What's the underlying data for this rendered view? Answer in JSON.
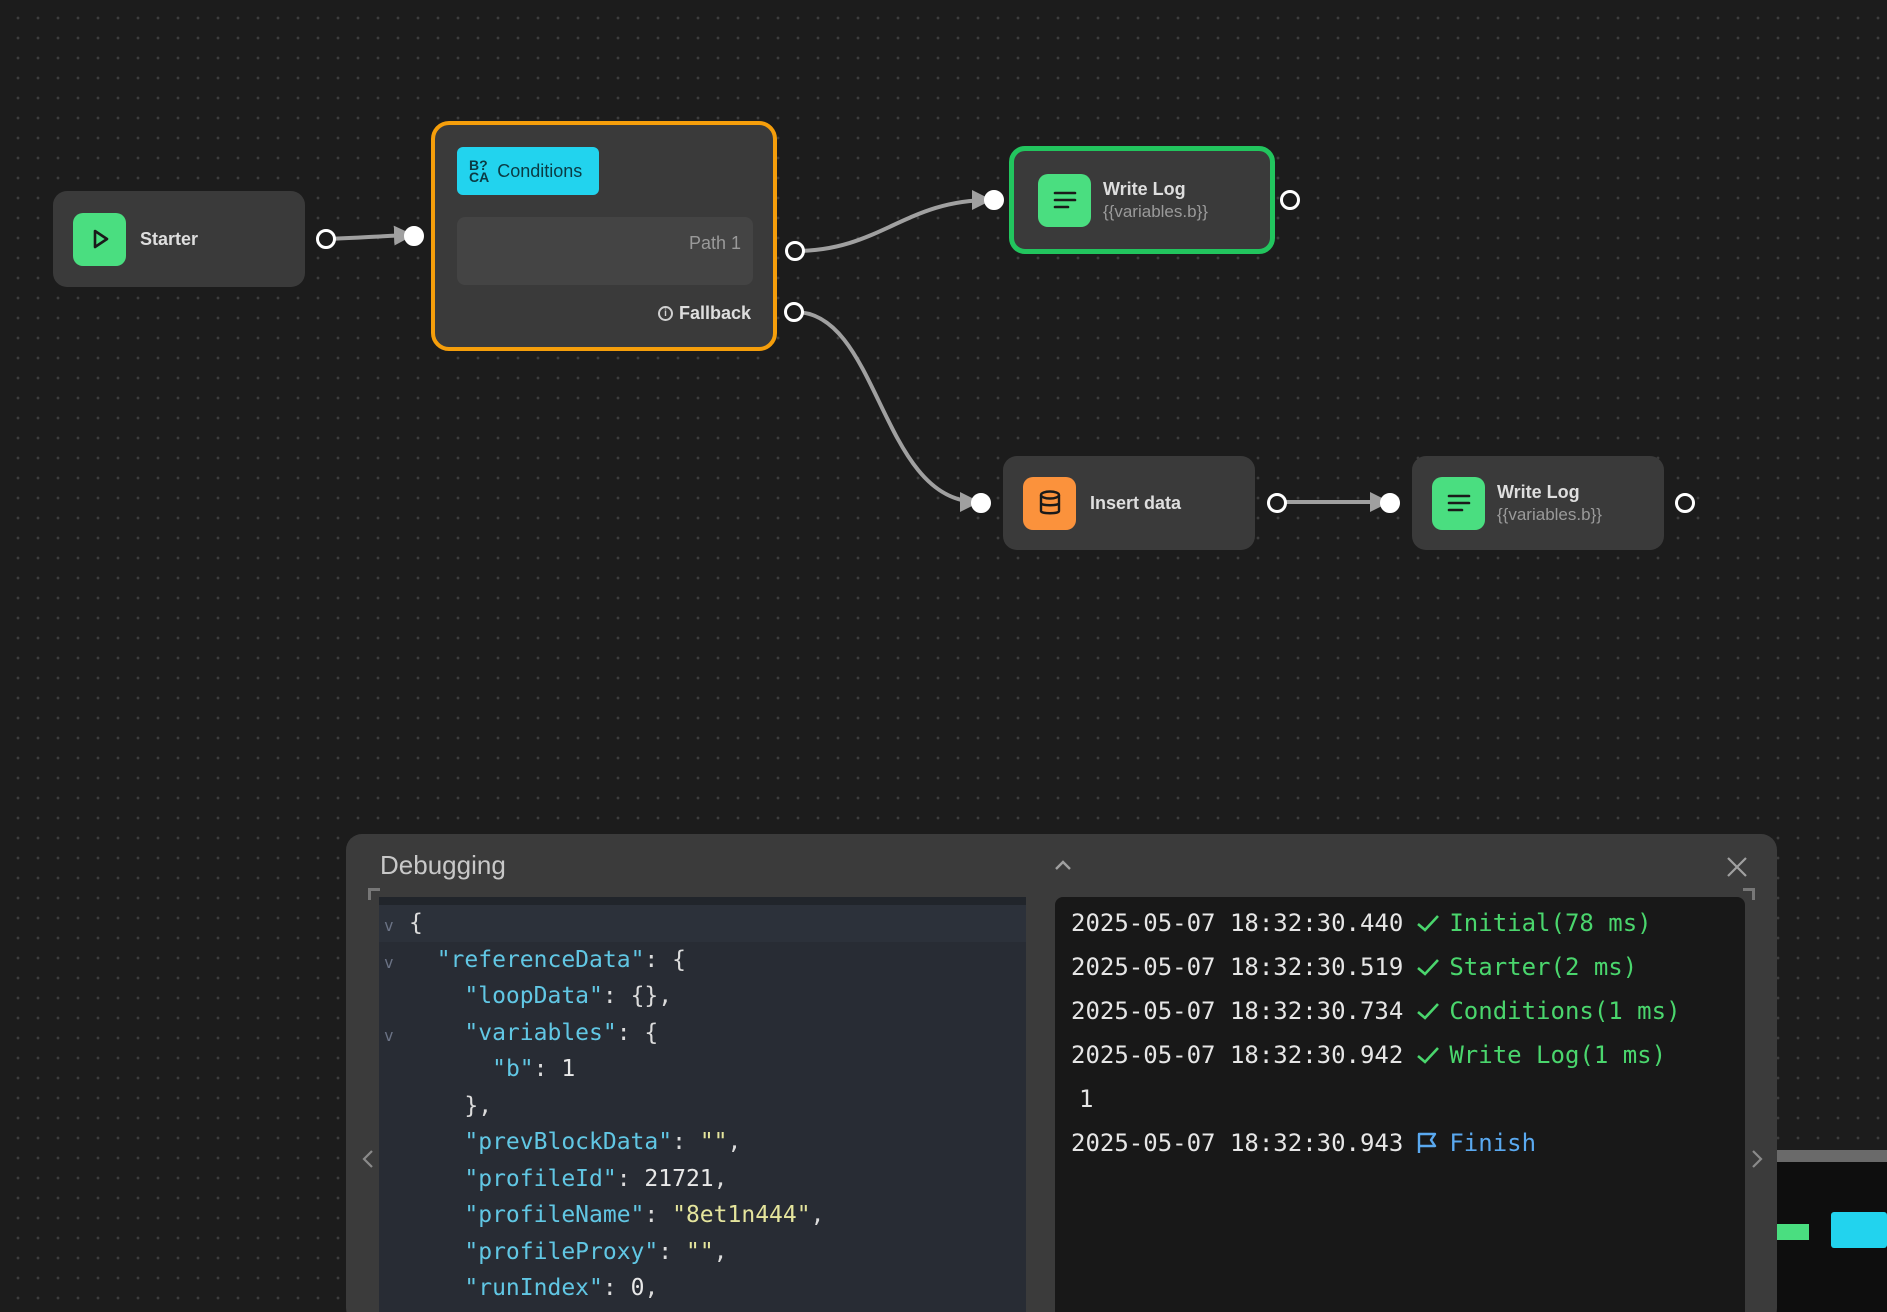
{
  "nodes": {
    "starter": {
      "title": "Starter"
    },
    "conditions": {
      "badge": "Conditions",
      "path_label": "Path 1",
      "fallback_label": "Fallback"
    },
    "write_log_top": {
      "title": "Write Log",
      "subtitle": "{{variables.b}}"
    },
    "insert_data": {
      "title": "Insert data"
    },
    "write_log_bottom": {
      "title": "Write Log",
      "subtitle": "{{variables.b}}"
    }
  },
  "colors": {
    "starter_icon": "#4ade80",
    "conditions_badge": "#22d3ee",
    "conditions_border": "#f59e0b",
    "active_border": "#22c55e",
    "write_log_icon": "#4ade80",
    "insert_data_icon": "#fb923c",
    "log_ok": "#4ad66d",
    "log_finish": "#5aa9f0"
  },
  "debug": {
    "title": "Debugging",
    "json_lines": [
      [
        {
          "t": "p",
          "v": "{"
        }
      ],
      [
        {
          "t": "p",
          "v": "  "
        },
        {
          "t": "k",
          "v": "\"referenceData\""
        },
        {
          "t": "p",
          "v": ": {"
        }
      ],
      [
        {
          "t": "p",
          "v": "    "
        },
        {
          "t": "k",
          "v": "\"loopData\""
        },
        {
          "t": "p",
          "v": ": {},"
        }
      ],
      [
        {
          "t": "p",
          "v": "    "
        },
        {
          "t": "k",
          "v": "\"variables\""
        },
        {
          "t": "p",
          "v": ": {"
        }
      ],
      [
        {
          "t": "p",
          "v": "      "
        },
        {
          "t": "k",
          "v": "\"b\""
        },
        {
          "t": "p",
          "v": ": "
        },
        {
          "t": "n",
          "v": "1"
        }
      ],
      [
        {
          "t": "p",
          "v": "    },"
        }
      ],
      [
        {
          "t": "p",
          "v": "    "
        },
        {
          "t": "k",
          "v": "\"prevBlockData\""
        },
        {
          "t": "p",
          "v": ": "
        },
        {
          "t": "s",
          "v": "\"\""
        },
        {
          "t": "p",
          "v": ","
        }
      ],
      [
        {
          "t": "p",
          "v": "    "
        },
        {
          "t": "k",
          "v": "\"profileId\""
        },
        {
          "t": "p",
          "v": ": "
        },
        {
          "t": "n",
          "v": "21721"
        },
        {
          "t": "p",
          "v": ","
        }
      ],
      [
        {
          "t": "p",
          "v": "    "
        },
        {
          "t": "k",
          "v": "\"profileName\""
        },
        {
          "t": "p",
          "v": ": "
        },
        {
          "t": "s",
          "v": "\"8et1n444\""
        },
        {
          "t": "p",
          "v": ","
        }
      ],
      [
        {
          "t": "p",
          "v": "    "
        },
        {
          "t": "k",
          "v": "\"profileProxy\""
        },
        {
          "t": "p",
          "v": ": "
        },
        {
          "t": "s",
          "v": "\"\""
        },
        {
          "t": "p",
          "v": ","
        }
      ],
      [
        {
          "t": "p",
          "v": "    "
        },
        {
          "t": "k",
          "v": "\"runIndex\""
        },
        {
          "t": "p",
          "v": ": "
        },
        {
          "t": "n",
          "v": "0"
        },
        {
          "t": "p",
          "v": ","
        }
      ]
    ],
    "fold_lines": [
      0,
      1,
      3
    ],
    "logs": [
      {
        "ts": "2025-05-07 18:32:30.440",
        "type": "ok",
        "text": "Initial(78 ms)"
      },
      {
        "ts": "2025-05-07 18:32:30.519",
        "type": "ok",
        "text": "Starter(2 ms)"
      },
      {
        "ts": "2025-05-07 18:32:30.734",
        "type": "ok",
        "text": "Conditions(1 ms)"
      },
      {
        "ts": "2025-05-07 18:32:30.942",
        "type": "ok",
        "text": "Write Log(1 ms)"
      },
      {
        "ts": "",
        "type": "plain",
        "text": "1"
      },
      {
        "ts": "2025-05-07 18:32:30.943",
        "type": "finish",
        "text": "Finish"
      }
    ]
  }
}
